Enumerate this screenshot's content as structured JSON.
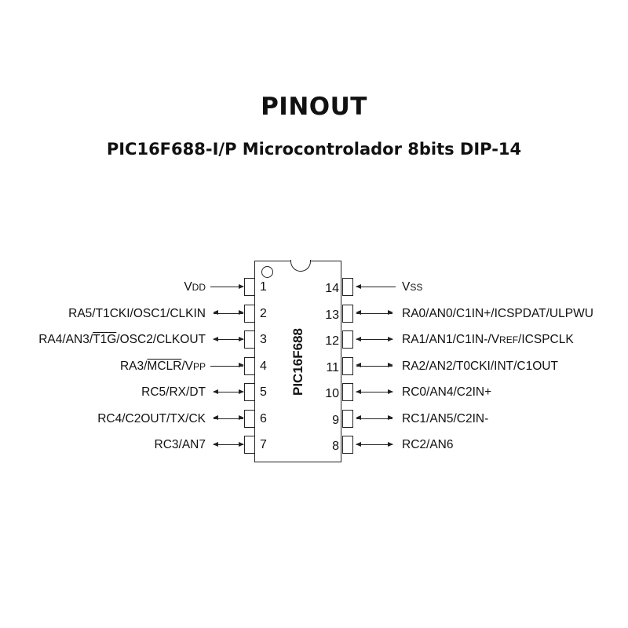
{
  "header": {
    "title": "PINOUT",
    "subtitle": "PIC16F688-I/P Microcontrolador 8bits DIP-14"
  },
  "chip": {
    "part_number": "PIC16F688",
    "package": "DIP-14"
  },
  "pins_left": [
    {
      "num": "1",
      "parts": [
        {
          "t": "V"
        },
        {
          "t": "DD",
          "sm": true
        }
      ],
      "direction": "in"
    },
    {
      "num": "2",
      "parts": [
        {
          "t": "RA5/T1CKI/OSC1/CLKIN"
        }
      ],
      "direction": "bi"
    },
    {
      "num": "3",
      "parts": [
        {
          "t": "RA4/AN3/"
        },
        {
          "t": "T1G",
          "ov": true
        },
        {
          "t": "/OSC2/CLKOUT"
        }
      ],
      "direction": "bi"
    },
    {
      "num": "4",
      "parts": [
        {
          "t": "RA3/"
        },
        {
          "t": "MCLR",
          "ov": true
        },
        {
          "t": "/V"
        },
        {
          "t": "PP",
          "sm": true
        }
      ],
      "direction": "in"
    },
    {
      "num": "5",
      "parts": [
        {
          "t": "RC5/RX/DT"
        }
      ],
      "direction": "bi"
    },
    {
      "num": "6",
      "parts": [
        {
          "t": "RC4/C2OUT/TX/CK"
        }
      ],
      "direction": "bi"
    },
    {
      "num": "7",
      "parts": [
        {
          "t": "RC3/AN7"
        }
      ],
      "direction": "bi"
    }
  ],
  "pins_right": [
    {
      "num": "14",
      "parts": [
        {
          "t": "V"
        },
        {
          "t": "SS",
          "sm": true
        }
      ],
      "direction": "in"
    },
    {
      "num": "13",
      "parts": [
        {
          "t": "RA0/AN0/C1IN+/ICSPDAT/ULPWU"
        }
      ],
      "direction": "bi"
    },
    {
      "num": "12",
      "parts": [
        {
          "t": "RA1/AN1/C1IN-/V"
        },
        {
          "t": "REF",
          "sm": true
        },
        {
          "t": "/ICSPCLK"
        }
      ],
      "direction": "bi"
    },
    {
      "num": "11",
      "parts": [
        {
          "t": "RA2/AN2/T0CKI/INT/C1OUT"
        }
      ],
      "direction": "bi"
    },
    {
      "num": "10",
      "parts": [
        {
          "t": "RC0/AN4/C2IN+"
        }
      ],
      "direction": "bi"
    },
    {
      "num": "9",
      "parts": [
        {
          "t": "RC1/AN5/C2IN-"
        }
      ],
      "direction": "bi"
    },
    {
      "num": "8",
      "parts": [
        {
          "t": "RC2/AN6"
        }
      ],
      "direction": "bi"
    }
  ]
}
